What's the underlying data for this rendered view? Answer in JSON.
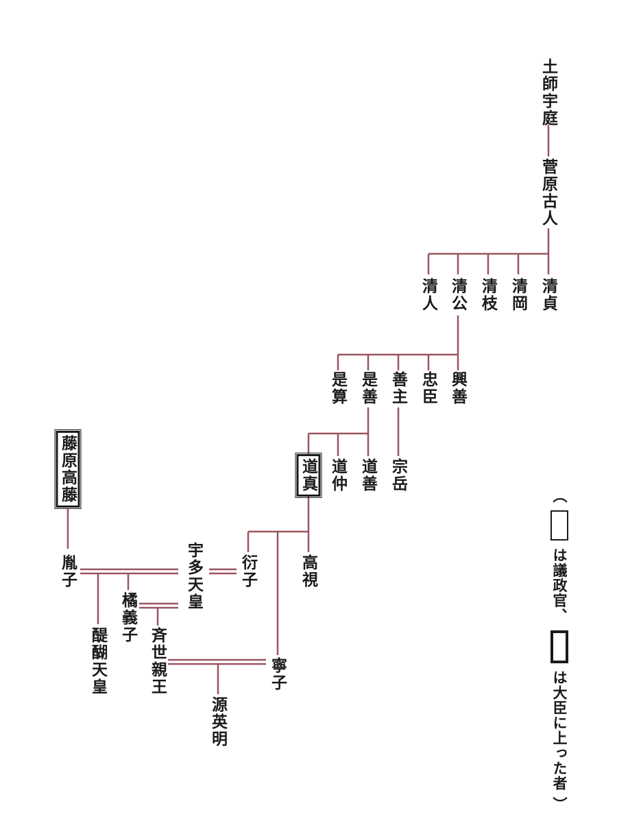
{
  "title": "菅原氏系図",
  "line_color": "#9a5560",
  "people": {
    "haji_uniwa": "土師宇庭",
    "sugawara_furuhito": "菅原古人",
    "kiyohito": "清人",
    "kiyokimi": "清公",
    "kiyoe": "清枝",
    "kiyooka": "清岡",
    "kiyosada": "清貞",
    "koresan": "是算",
    "koreyoshi": "是善",
    "yoshinushi": "善主",
    "tadaomi": "忠臣",
    "okiyoshi": "興善",
    "sougaku": "宗岳",
    "michizane": "道真",
    "michinaka": "道仲",
    "michiyoshi": "道善",
    "fujiwara_takafuji": "藤原高藤",
    "takami": "高視",
    "enshi": "衍子",
    "uda": "宇多天皇",
    "inshi": "胤子",
    "tachibana_yoshiko": "橘義子",
    "daigo": "醍醐天皇",
    "tokiyo": "斉世親王",
    "neishi": "寧子",
    "minamoto_hideakira": "源英明"
  },
  "legend": {
    "open": "（",
    "thin_label": "は議政官、",
    "thick_label": "は大臣に上った者",
    "close": "）"
  }
}
